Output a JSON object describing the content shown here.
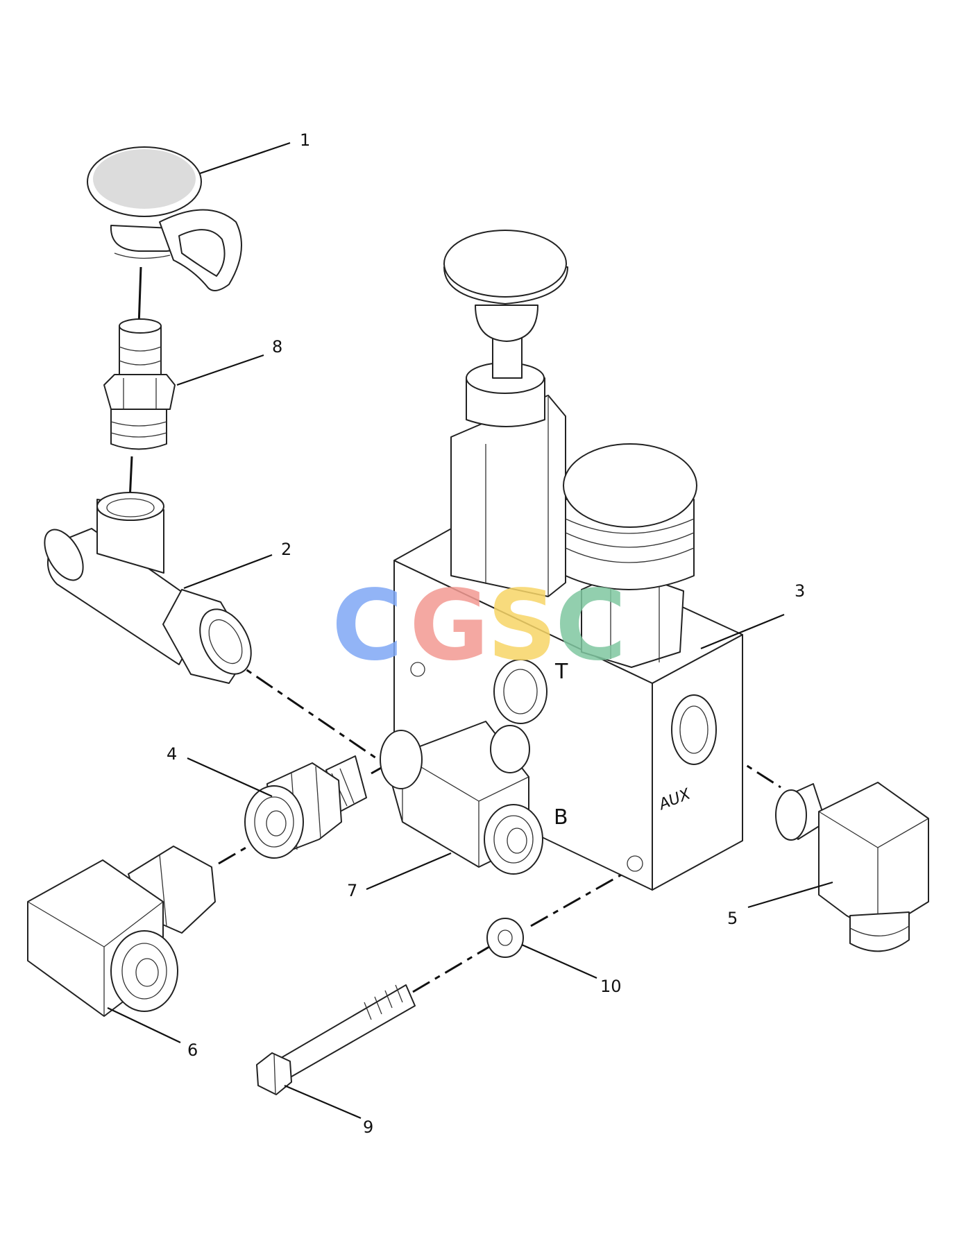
{
  "callouts": [
    {
      "id": "1",
      "text": "1"
    },
    {
      "id": "2",
      "text": "2"
    },
    {
      "id": "3",
      "text": "3"
    },
    {
      "id": "4",
      "text": "4"
    },
    {
      "id": "5",
      "text": "5"
    },
    {
      "id": "6",
      "text": "6"
    },
    {
      "id": "7",
      "text": "7"
    },
    {
      "id": "8",
      "text": "8"
    },
    {
      "id": "9",
      "text": "9"
    },
    {
      "id": "10",
      "text": "10"
    }
  ],
  "port_marks": {
    "t": "T",
    "b": "B",
    "aux": "AUX"
  },
  "watermark": {
    "letters": [
      "C",
      "G",
      "S",
      "C"
    ],
    "colors": [
      "#7fa8f5",
      "#f39a92",
      "#f7d567",
      "#7fc7a0"
    ]
  }
}
